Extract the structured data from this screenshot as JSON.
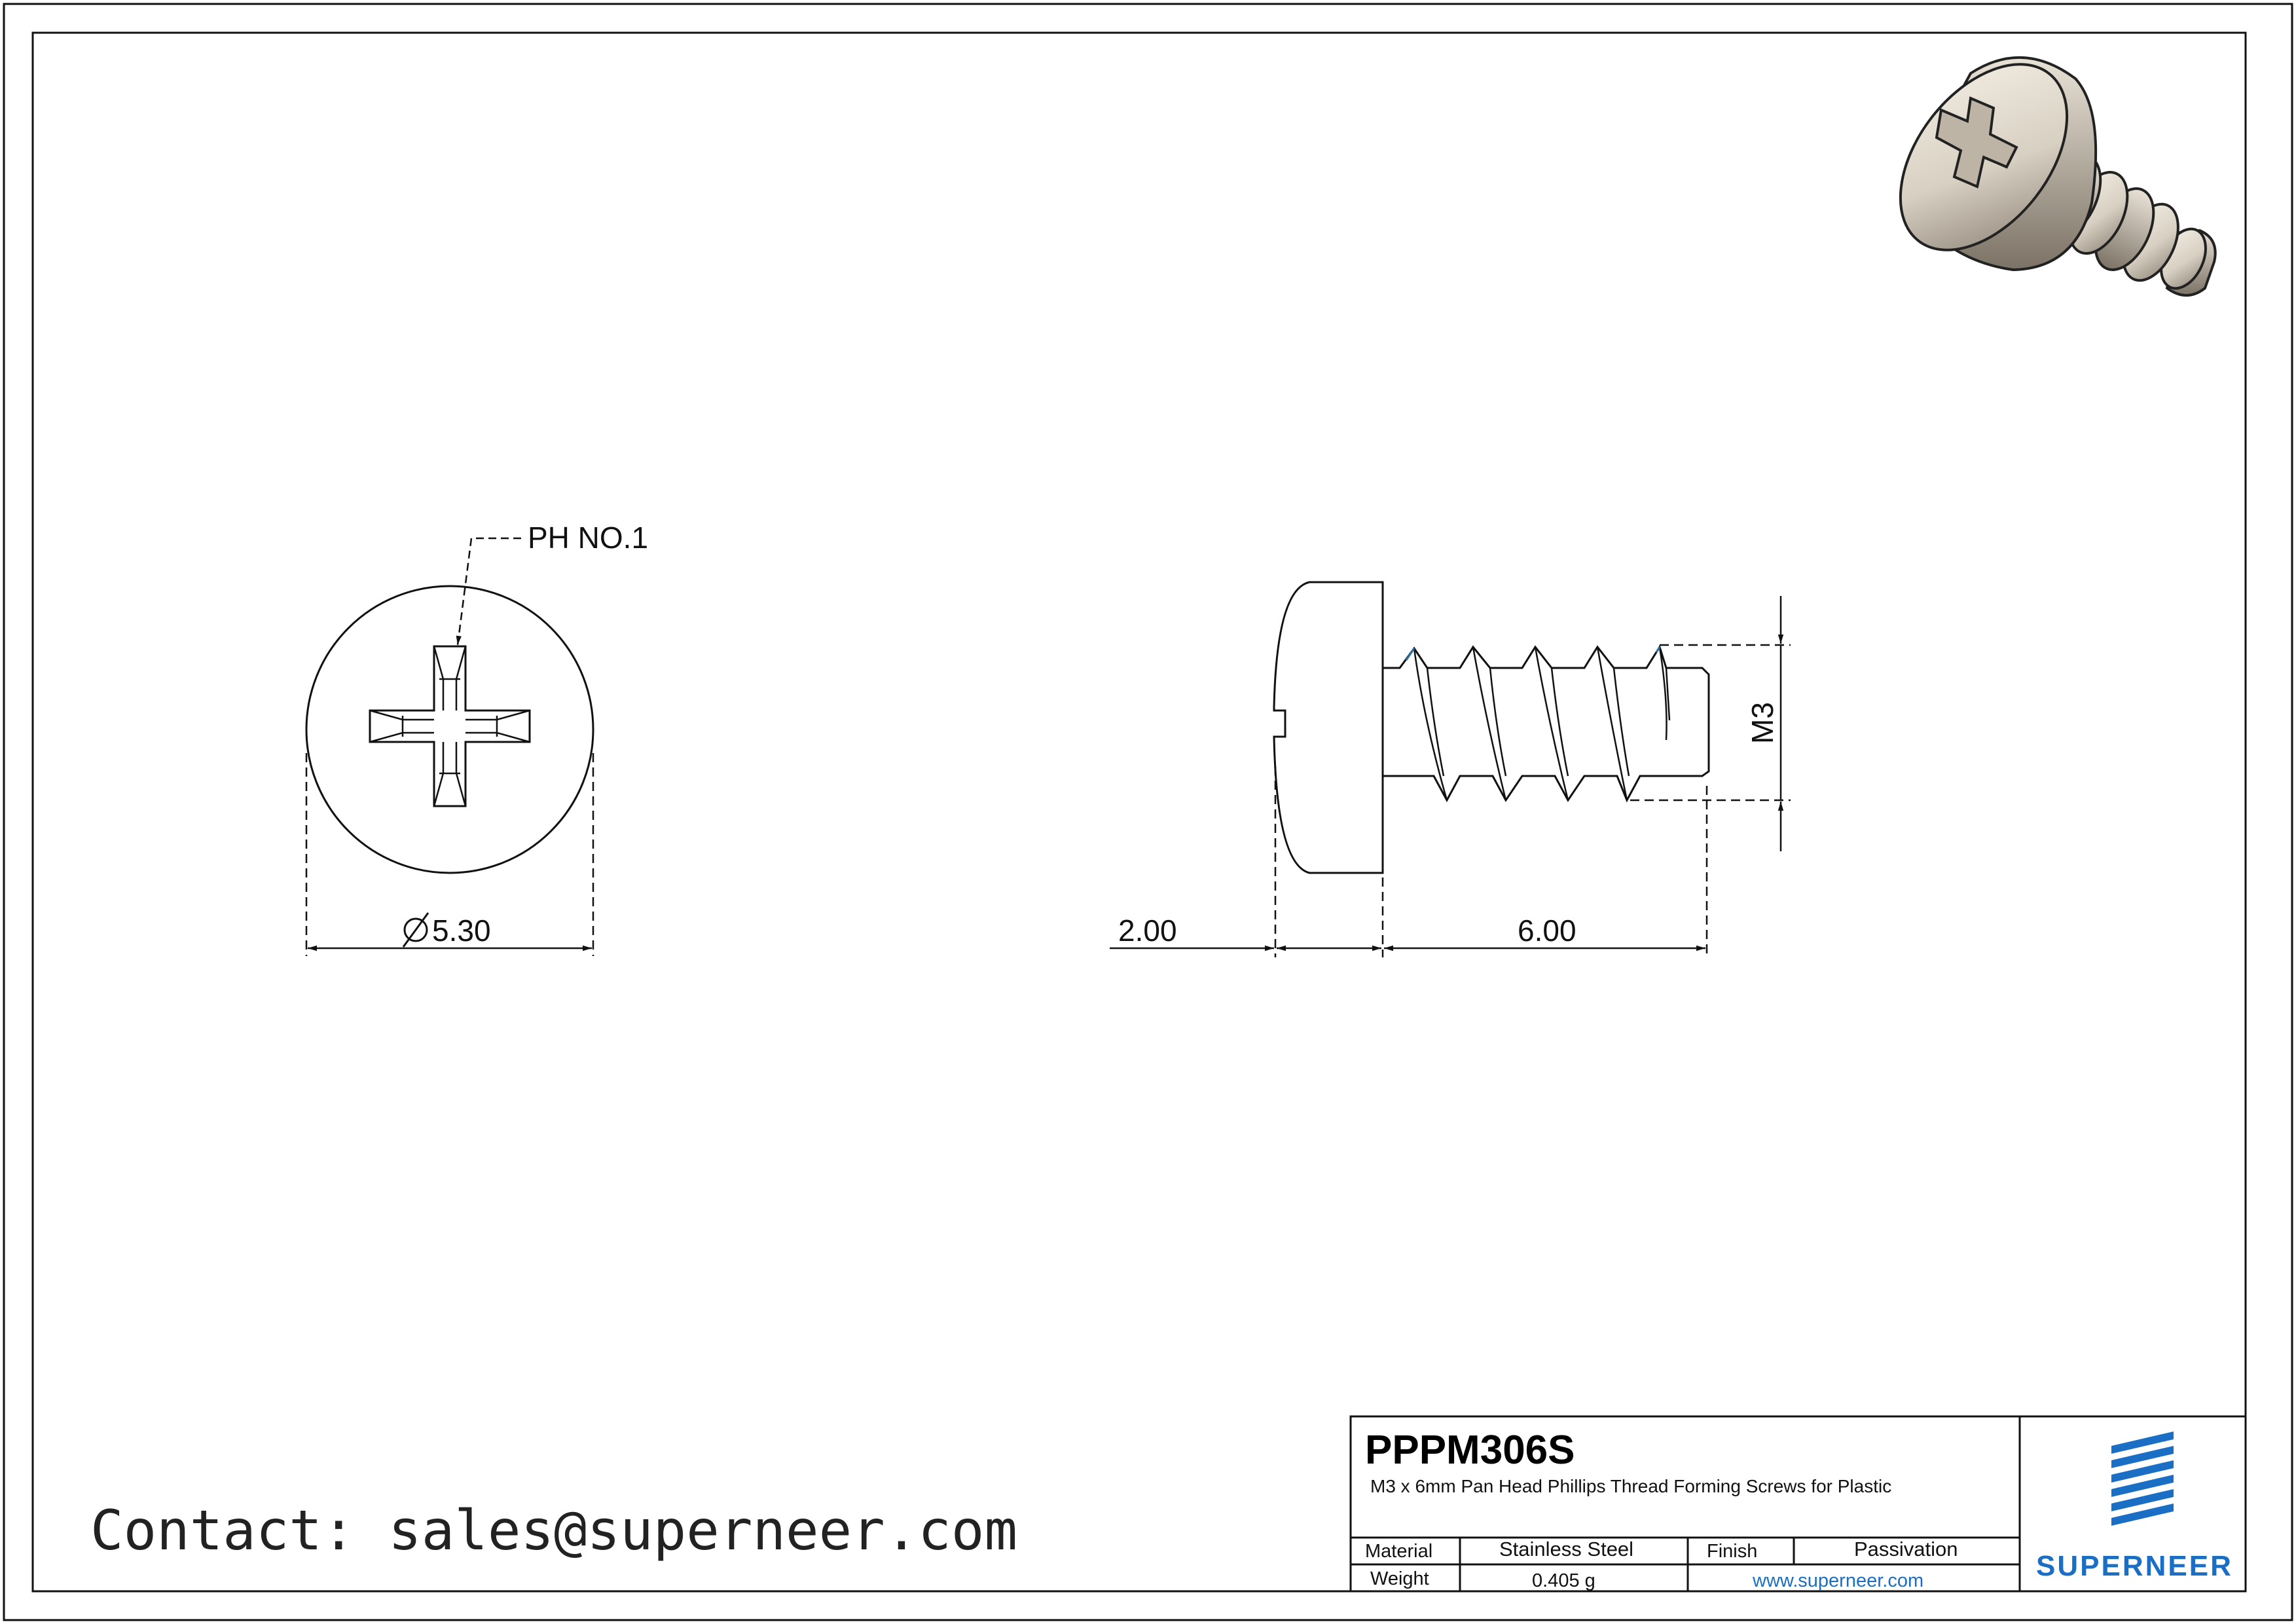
{
  "drawing": {
    "callout": "PH NO.1",
    "dim_head_diameter": "5.30",
    "dim_head_height": "2.00",
    "dim_length": "6.00",
    "dim_thread": "M3"
  },
  "title_block": {
    "part_number": "PPPM306S",
    "description": "M3 x 6mm Pan Head Phillips Thread Forming Screws for Plastic",
    "material_label": "Material",
    "material_value": "Stainless Steel",
    "finish_label": "Finish",
    "finish_value": "Passivation",
    "weight_label": "Weight",
    "weight_value": "0.405 g",
    "website": "www.superneer.com",
    "brand": "SUPERNEER"
  },
  "contact": "Contact: sales@superneer.com",
  "colors": {
    "line": "#111111",
    "brand_blue": "#1a6fc4"
  }
}
